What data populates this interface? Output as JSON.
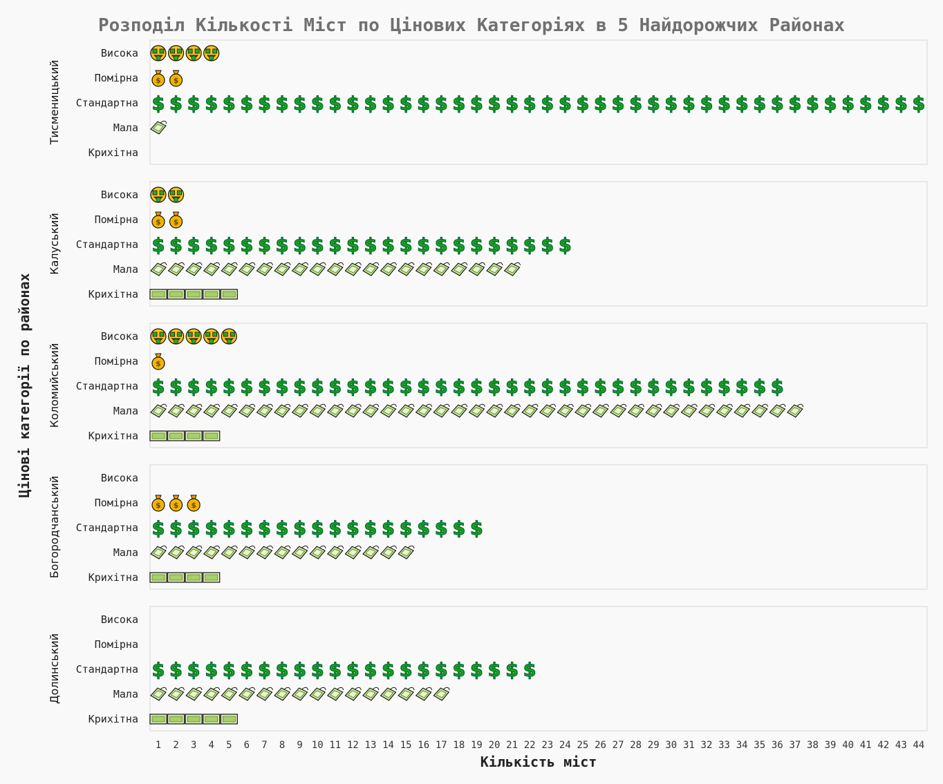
{
  "chart_data": {
    "type": "pictogram",
    "title": "Розподіл Кількості Міст по Цінових Категоріях в 5 Найдорожчих Районах",
    "xlabel": "Кількість міст",
    "ylabel": "Цінові категорії по районах",
    "xlim": [
      1,
      44
    ],
    "x_ticks": [
      "1",
      "2",
      "3",
      "4",
      "5",
      "6",
      "7",
      "8",
      "9",
      "10",
      "11",
      "12",
      "13",
      "14",
      "15",
      "16",
      "17",
      "18",
      "19",
      "20",
      "21",
      "22",
      "23",
      "24",
      "25",
      "26",
      "27",
      "28",
      "29",
      "30",
      "31",
      "32",
      "33",
      "34",
      "35",
      "36",
      "37",
      "38",
      "39",
      "40",
      "41",
      "42",
      "43",
      "44"
    ],
    "categories": [
      "Висока",
      "Помірна",
      "Стандартна",
      "Мала",
      "Крихітна"
    ],
    "category_icons": [
      "money-face-icon",
      "money-bag-icon",
      "dollar-sign-icon",
      "money-wings-icon",
      "banknote-icon"
    ],
    "category_colors": [
      "#f2b600",
      "#e8a000",
      "#1aa31a",
      "#b9d97a",
      "#9bc45a"
    ],
    "districts": [
      {
        "name": "Тисменицький",
        "values": [
          4,
          2,
          44,
          1,
          0
        ]
      },
      {
        "name": "Калуський",
        "values": [
          2,
          2,
          24,
          21,
          5
        ]
      },
      {
        "name": "Коломийський",
        "values": [
          5,
          1,
          36,
          37,
          4
        ]
      },
      {
        "name": "Богородчанський",
        "values": [
          0,
          3,
          19,
          15,
          4
        ]
      },
      {
        "name": "Долинський",
        "values": [
          0,
          0,
          22,
          17,
          5
        ]
      }
    ],
    "grid": false,
    "legend": "none"
  }
}
